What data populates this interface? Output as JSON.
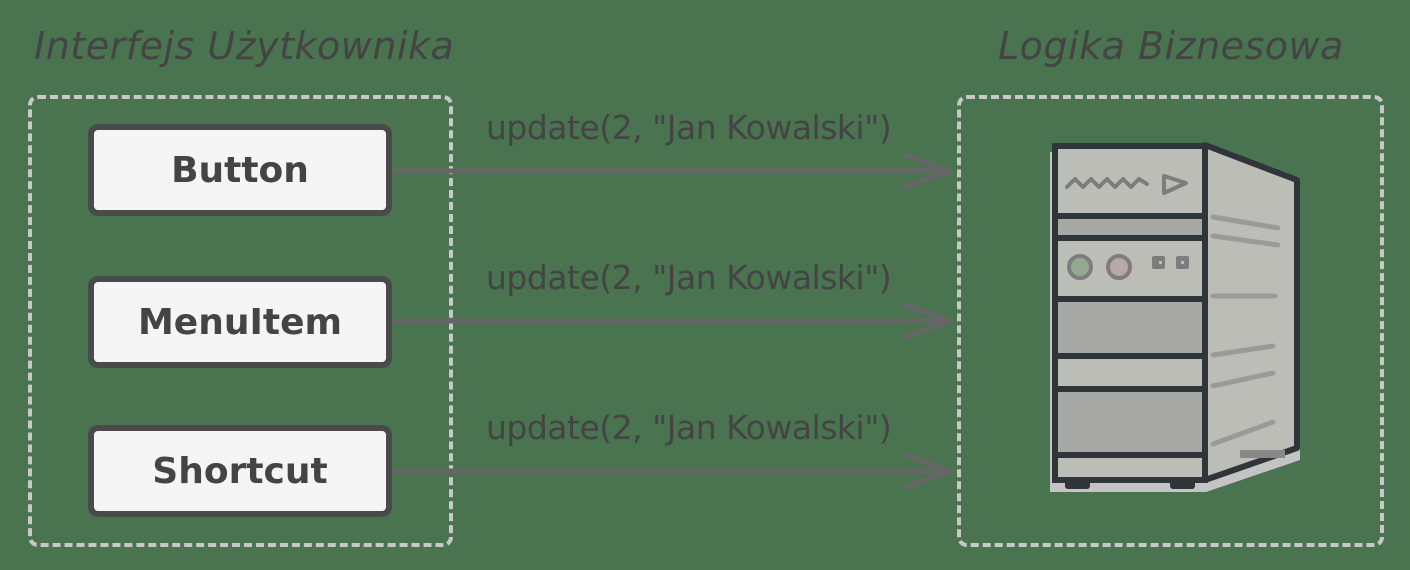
{
  "diagram": {
    "left_group": {
      "title": "Interfejs Użytkownika",
      "items": [
        {
          "label": "Button"
        },
        {
          "label": "MenuItem"
        },
        {
          "label": "Shortcut"
        }
      ]
    },
    "right_group": {
      "title": "Logika Biznesowa",
      "icon": "server-tower-icon"
    },
    "calls": [
      {
        "from": "Button",
        "to": "Logika Biznesowa",
        "label": "update(2, \"Jan Kowalski\")"
      },
      {
        "from": "MenuItem",
        "to": "Logika Biznesowa",
        "label": "update(2, \"Jan Kowalski\")"
      },
      {
        "from": "Shortcut",
        "to": "Logika Biznesowa",
        "label": "update(2, \"Jan Kowalski\")"
      }
    ]
  },
  "colors": {
    "background": "#4a7350",
    "text": "#444444",
    "dashed_border": "#c8c8c8",
    "button_fill": "#f5f5f5",
    "button_border": "#4a4a4a",
    "arrow": "#666666",
    "server_body": "#bbbdb6",
    "server_outline": "#30353a"
  }
}
